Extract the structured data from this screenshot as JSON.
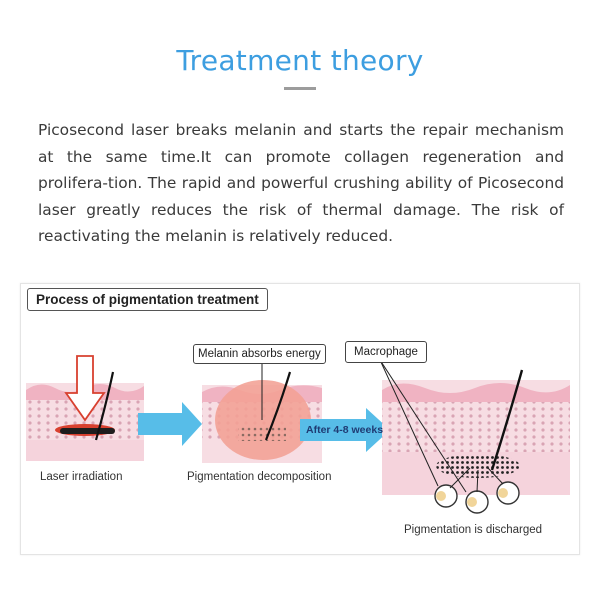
{
  "title": "Treatment theory",
  "description": "Picosecond laser breaks melanin and starts the repair mechanism at the same time.It can promote collagen regeneration and prolifera-tion. The rapid and powerful crushing ability of Picosecond laser greatly reduces the risk of thermal damage. The risk of reactivating the melanin is relatively reduced.",
  "diagram": {
    "title": "Process of pigmentation treatment",
    "callouts": {
      "melanin": "Melanin absorbs energy",
      "macrophage": "Macrophage"
    },
    "arrow_label": "After 4-8 weeks",
    "stages": [
      "Laser irradiation",
      "Pigmentation decomposition",
      "Pigmentation is discharged"
    ],
    "colors": {
      "title": "#3d9ee0",
      "arrow": "#57bde8",
      "skin_top": "#f1b7c4",
      "skin_body": "#f7dde3",
      "melanin": "#1e1e1e",
      "laser": "#d8402f"
    }
  }
}
